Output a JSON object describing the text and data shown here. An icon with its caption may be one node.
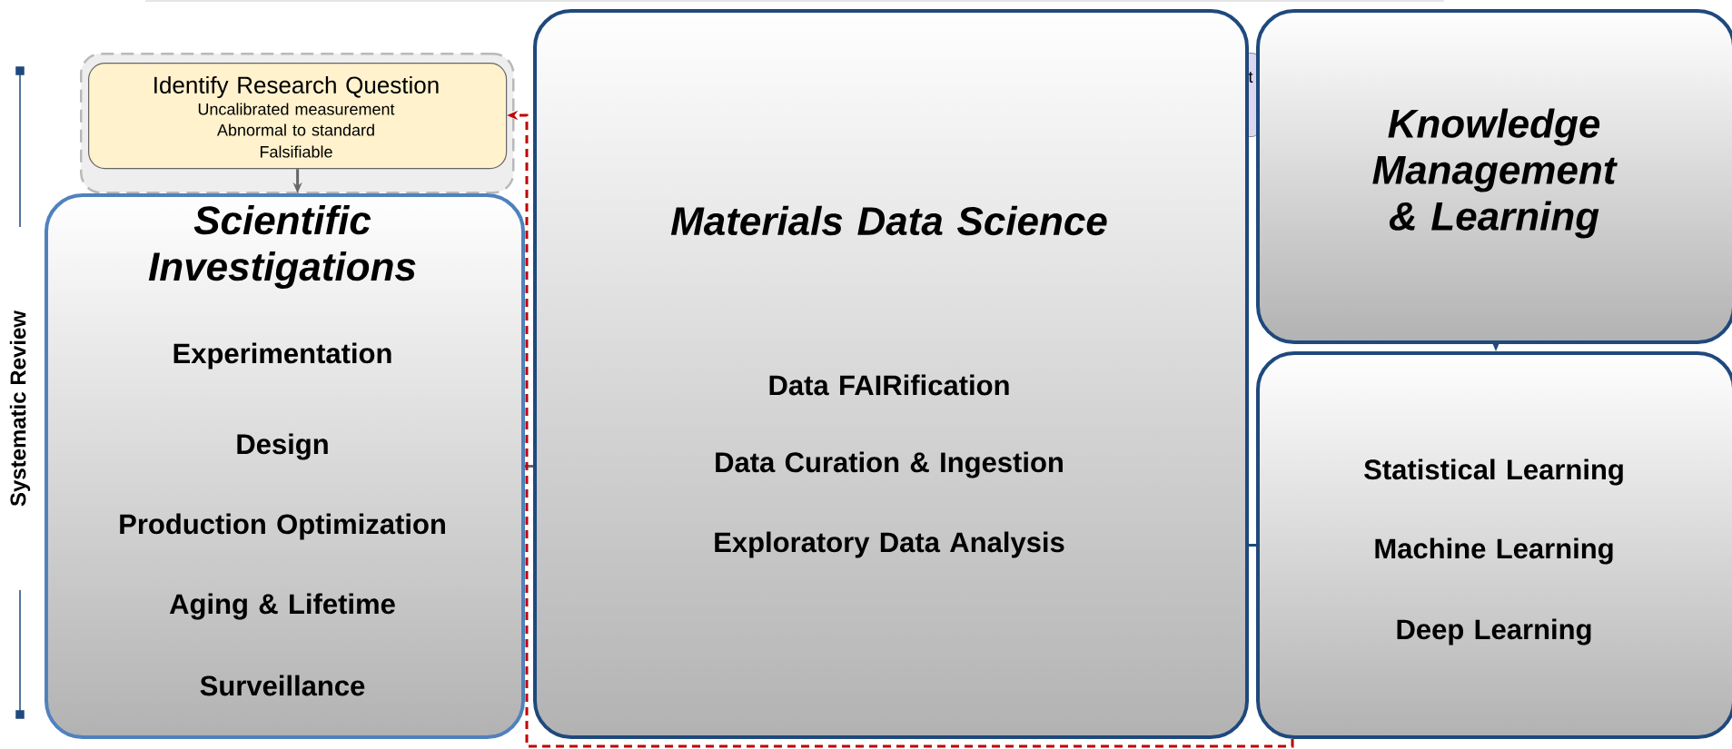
{
  "diagram": {
    "nodes": [
      {
        "text": [],
        "shape": "box"
      },
      {
        "text": [
          "Identify Research Question",
          "Uncalibrated measurement",
          "Abnormal to standard",
          "Falsifiable"
        ],
        "in": 0
      },
      {
        "text": [
          "Scientific Investigations",
          "Experimentation",
          "Design",
          "Production Optimization",
          "Aging & Lifetime",
          "Surveillance"
        ]
      },
      {
        "text": [
          "Materials Data Science",
          "Data FAIRification",
          "Data Curation & Ingestion",
          "Exploratory Data Analysis"
        ]
      },
      {
        "text": [
          "t"
        ]
      },
      {
        "text": [
          "Knowledge Management & Learning"
        ]
      },
      {
        "text": [
          "Statistical Learning",
          "Machine Learning",
          "Deep Learning"
        ]
      }
    ],
    "edges": [
      {
        "from": 1,
        "to": 2,
        "arrow": "to"
      },
      {
        "from": 2,
        "to": 3,
        "arrow": "none"
      },
      {
        "from": 3,
        "to": 6,
        "arrow": "none",
        "color": "#1f497d"
      },
      {
        "from": 5,
        "to": 6,
        "arrow": "to",
        "color": "#1f497d"
      },
      {
        "from": 6,
        "to": 1,
        "arrow": "to",
        "style": "dashed",
        "color": "#c00000"
      }
    ],
    "labels": [
      "Systematic Review"
    ]
  }
}
